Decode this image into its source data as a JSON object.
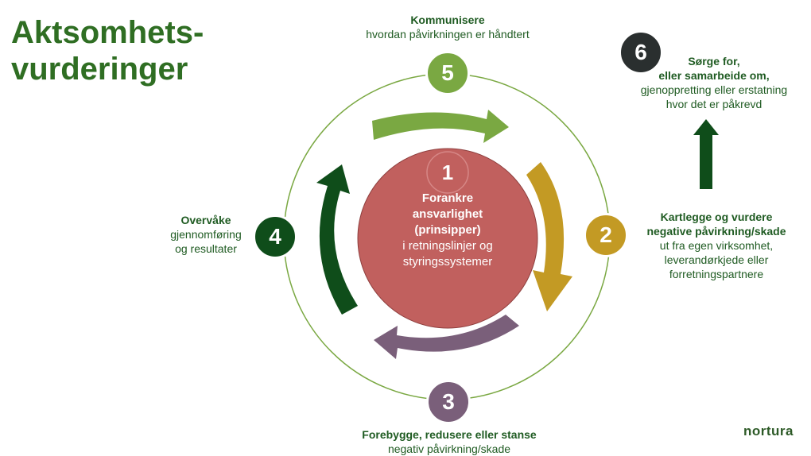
{
  "title": {
    "line1": "Aktsomhets-",
    "line2": "vurderinger"
  },
  "center": {
    "number": "1",
    "line1": "Forankre",
    "line2": "ansvarlighet",
    "line3": "(prinsipper)",
    "line4": "i retningslinjer og",
    "line5": "styringssystemer"
  },
  "steps": {
    "s2": {
      "number": "2",
      "bold1": "Kartlegge og vurdere",
      "bold2": "negative påvirkning/skade",
      "line1": "ut fra egen virksomhet,",
      "line2": "leverandørkjede eller",
      "line3": "forretningspartnere"
    },
    "s3": {
      "number": "3",
      "bold1": "Forebygge, redusere eller stanse",
      "line1": "negativ påvirkning/skade"
    },
    "s4": {
      "number": "4",
      "bold1": "Overvåke",
      "line1": "gjennomføring",
      "line2": "og resultater"
    },
    "s5": {
      "number": "5",
      "bold1": "Kommunisere",
      "line1": "hvordan påvirkningen er håndtert"
    },
    "s6": {
      "number": "6",
      "bold1": "Sørge for,",
      "bold2": "eller samarbeide om,",
      "line1": "gjenoppretting eller erstatning",
      "line2": "hvor det er påkrevd"
    }
  },
  "brand": "nortura",
  "colors": {
    "green_dark": "#0f4d1a",
    "green_light": "#7aa842",
    "gold": "#c39a24",
    "purple": "#7a5f7a",
    "center_red": "#c1605e",
    "ring": "#7aa842",
    "step6_dark": "#2a2f2f"
  }
}
